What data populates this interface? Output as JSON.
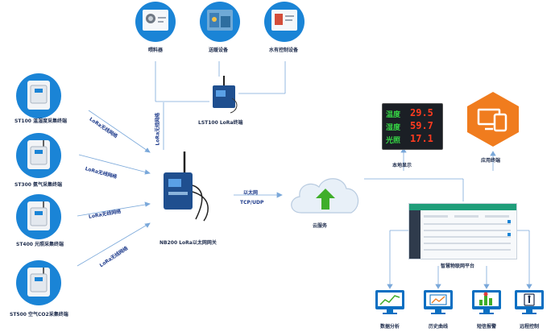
{
  "top_devices": [
    {
      "label": "喂料器"
    },
    {
      "label": "送暖设备"
    },
    {
      "label": "水有控制设备"
    }
  ],
  "lst100": {
    "label": "LST100 LoRa终端"
  },
  "lora_vertical": "LoRa无线网络",
  "sensors": [
    {
      "label": "ST100 温湿度采集终端",
      "link": "LoRa无线网络"
    },
    {
      "label": "ST300 氨气采集终端",
      "link": "LoRa无线网络"
    },
    {
      "label": "ST400 光照采集终端",
      "link": "LoRa无线网络"
    },
    {
      "label": "ST500 空气CO2采集终端",
      "link": "LoRa无线网络"
    }
  ],
  "gateway": {
    "label": "NB200 LoRa以太网网关"
  },
  "ethernet": {
    "line1": "以太网",
    "line2": "TCP/UDP"
  },
  "cloud": {
    "label": "云服务"
  },
  "display": {
    "label": "本地显示",
    "rows": [
      {
        "name": "温度",
        "value": "29.5"
      },
      {
        "name": "湿度",
        "value": "59.7"
      },
      {
        "name": "光照",
        "value": "17.1"
      }
    ]
  },
  "app_terminal": {
    "label": "应用终端"
  },
  "platform": {
    "label": "智慧物联网平台"
  },
  "bottom_modules": [
    {
      "label": "数据分析"
    },
    {
      "label": "历史曲线"
    },
    {
      "label": "短信报警"
    },
    {
      "label": "远程控制"
    }
  ],
  "colors": {
    "line": "#7aa8da",
    "blue": "#1a84d6",
    "orange": "#f07c1e",
    "led_red": "#ff3b1f",
    "led_green": "#36d645"
  }
}
